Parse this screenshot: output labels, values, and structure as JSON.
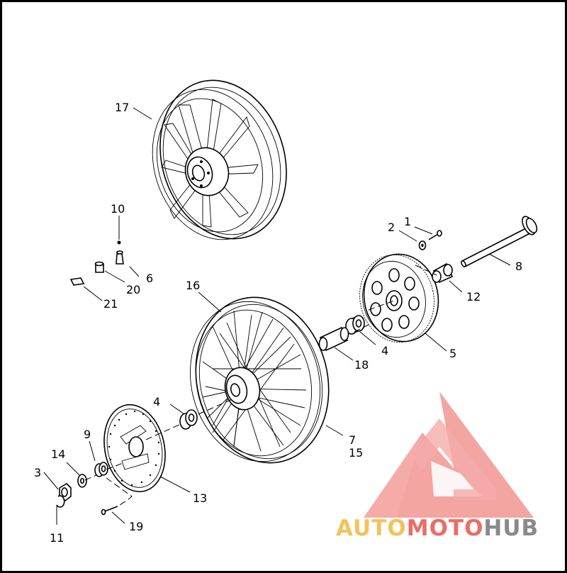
{
  "callouts": [
    {
      "id": "c1",
      "text": "1"
    },
    {
      "id": "c2",
      "text": "2"
    },
    {
      "id": "c3",
      "text": "3"
    },
    {
      "id": "c4a",
      "text": "4"
    },
    {
      "id": "c4b",
      "text": "4"
    },
    {
      "id": "c5",
      "text": "5"
    },
    {
      "id": "c6",
      "text": "6"
    },
    {
      "id": "c7",
      "text": "7"
    },
    {
      "id": "c8",
      "text": "8"
    },
    {
      "id": "c9",
      "text": "9"
    },
    {
      "id": "c10",
      "text": "10"
    },
    {
      "id": "c11",
      "text": "11"
    },
    {
      "id": "c12",
      "text": "12"
    },
    {
      "id": "c13",
      "text": "13"
    },
    {
      "id": "c14",
      "text": "14"
    },
    {
      "id": "c15",
      "text": "15"
    },
    {
      "id": "c16",
      "text": "16"
    },
    {
      "id": "c17",
      "text": "17"
    },
    {
      "id": "c18",
      "text": "18"
    },
    {
      "id": "c19",
      "text": "19"
    },
    {
      "id": "c20",
      "text": "20"
    },
    {
      "id": "c21",
      "text": "21"
    }
  ],
  "watermark": {
    "part1": "AUTO",
    "part2": "MOTO",
    "part3": "HUB",
    "color_gold": "#f2c35a",
    "color_red": "#ec6c66",
    "color_gray": "#8a8a8a",
    "logo_color": "#f08a86"
  }
}
